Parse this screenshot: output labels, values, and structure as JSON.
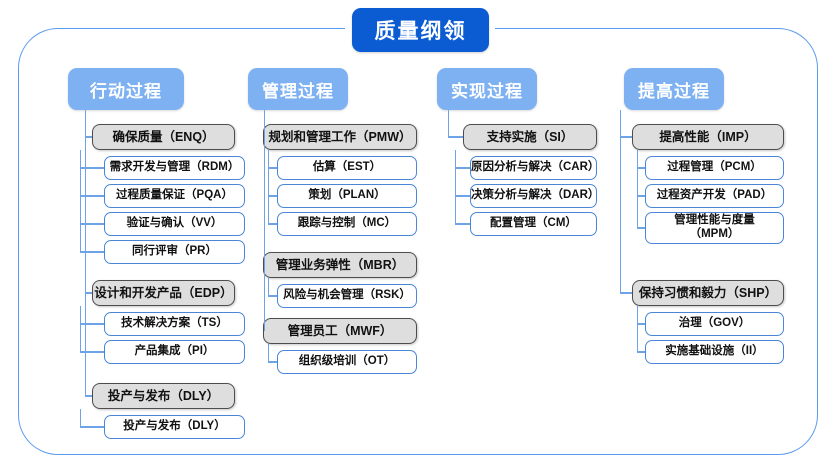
{
  "diagram": {
    "title": "质量纲领",
    "colors": {
      "title_blue": "#0B5BD3",
      "header_blue": "#7EB1F2",
      "frame_blue": "#5B9BF0",
      "leaf_border": "#4A86D8",
      "group_gray": "#DEDEDE",
      "group_border": "#4d4d4d",
      "connector": "#6FA3E8"
    },
    "columns": [
      {
        "header": "行动过程",
        "groups": [
          {
            "label": "确保质量（ENQ）",
            "items": [
              "需求开发与管理（RDM）",
              "过程质量保证（PQA）",
              "验证与确认（VV）",
              "同行评审（PR）"
            ]
          },
          {
            "label": "设计和开发产品（EDP）",
            "items": [
              "技术解决方案（TS）",
              "产品集成（PI）"
            ]
          },
          {
            "label": "投产与发布（DLY）",
            "items": [
              "投产与发布（DLY）"
            ]
          }
        ]
      },
      {
        "header": "管理过程",
        "groups": [
          {
            "label": "规划和管理工作（PMW）",
            "items": [
              "估算（EST）",
              "策划（PLAN）",
              "跟踪与控制（MC）"
            ]
          },
          {
            "label": "管理业务弹性（MBR）",
            "items": [
              "风险与机会管理（RSK）"
            ]
          },
          {
            "label": "管理员工（MWF）",
            "items": [
              "组织级培训（OT）"
            ]
          }
        ]
      },
      {
        "header": "实现过程",
        "groups": [
          {
            "label": "支持实施（SI）",
            "items": [
              "原因分析与解决（CAR）",
              "决策分析与解决（DAR）",
              "配置管理（CM）"
            ]
          }
        ]
      },
      {
        "header": "提高过程",
        "groups": [
          {
            "label": "提高性能（IMP）",
            "items": [
              "过程管理（PCM）",
              "过程资产开发（PAD）",
              "管理性能与度量\n（MPM）"
            ]
          },
          {
            "label": "保持习惯和毅力（SHP）",
            "items": [
              "治理（GOV）",
              "实施基础设施（II）"
            ]
          }
        ]
      }
    ]
  }
}
